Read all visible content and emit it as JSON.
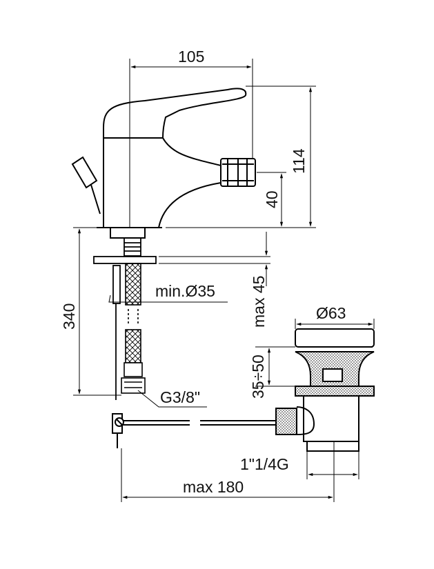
{
  "dimensions": {
    "spout_reach": "105",
    "total_height": "114",
    "outlet_height": "40",
    "hose_length": "340",
    "max_thickness": "max 45",
    "min_hole": "min.Ø35",
    "connection_thread": "G3/8\"",
    "waste_diameter": "Ø63",
    "waste_range": "35÷50",
    "waste_thread": "1\"1/4G",
    "rod_length": "max 180"
  },
  "colors": {
    "line": "#000000",
    "background": "#ffffff"
  }
}
